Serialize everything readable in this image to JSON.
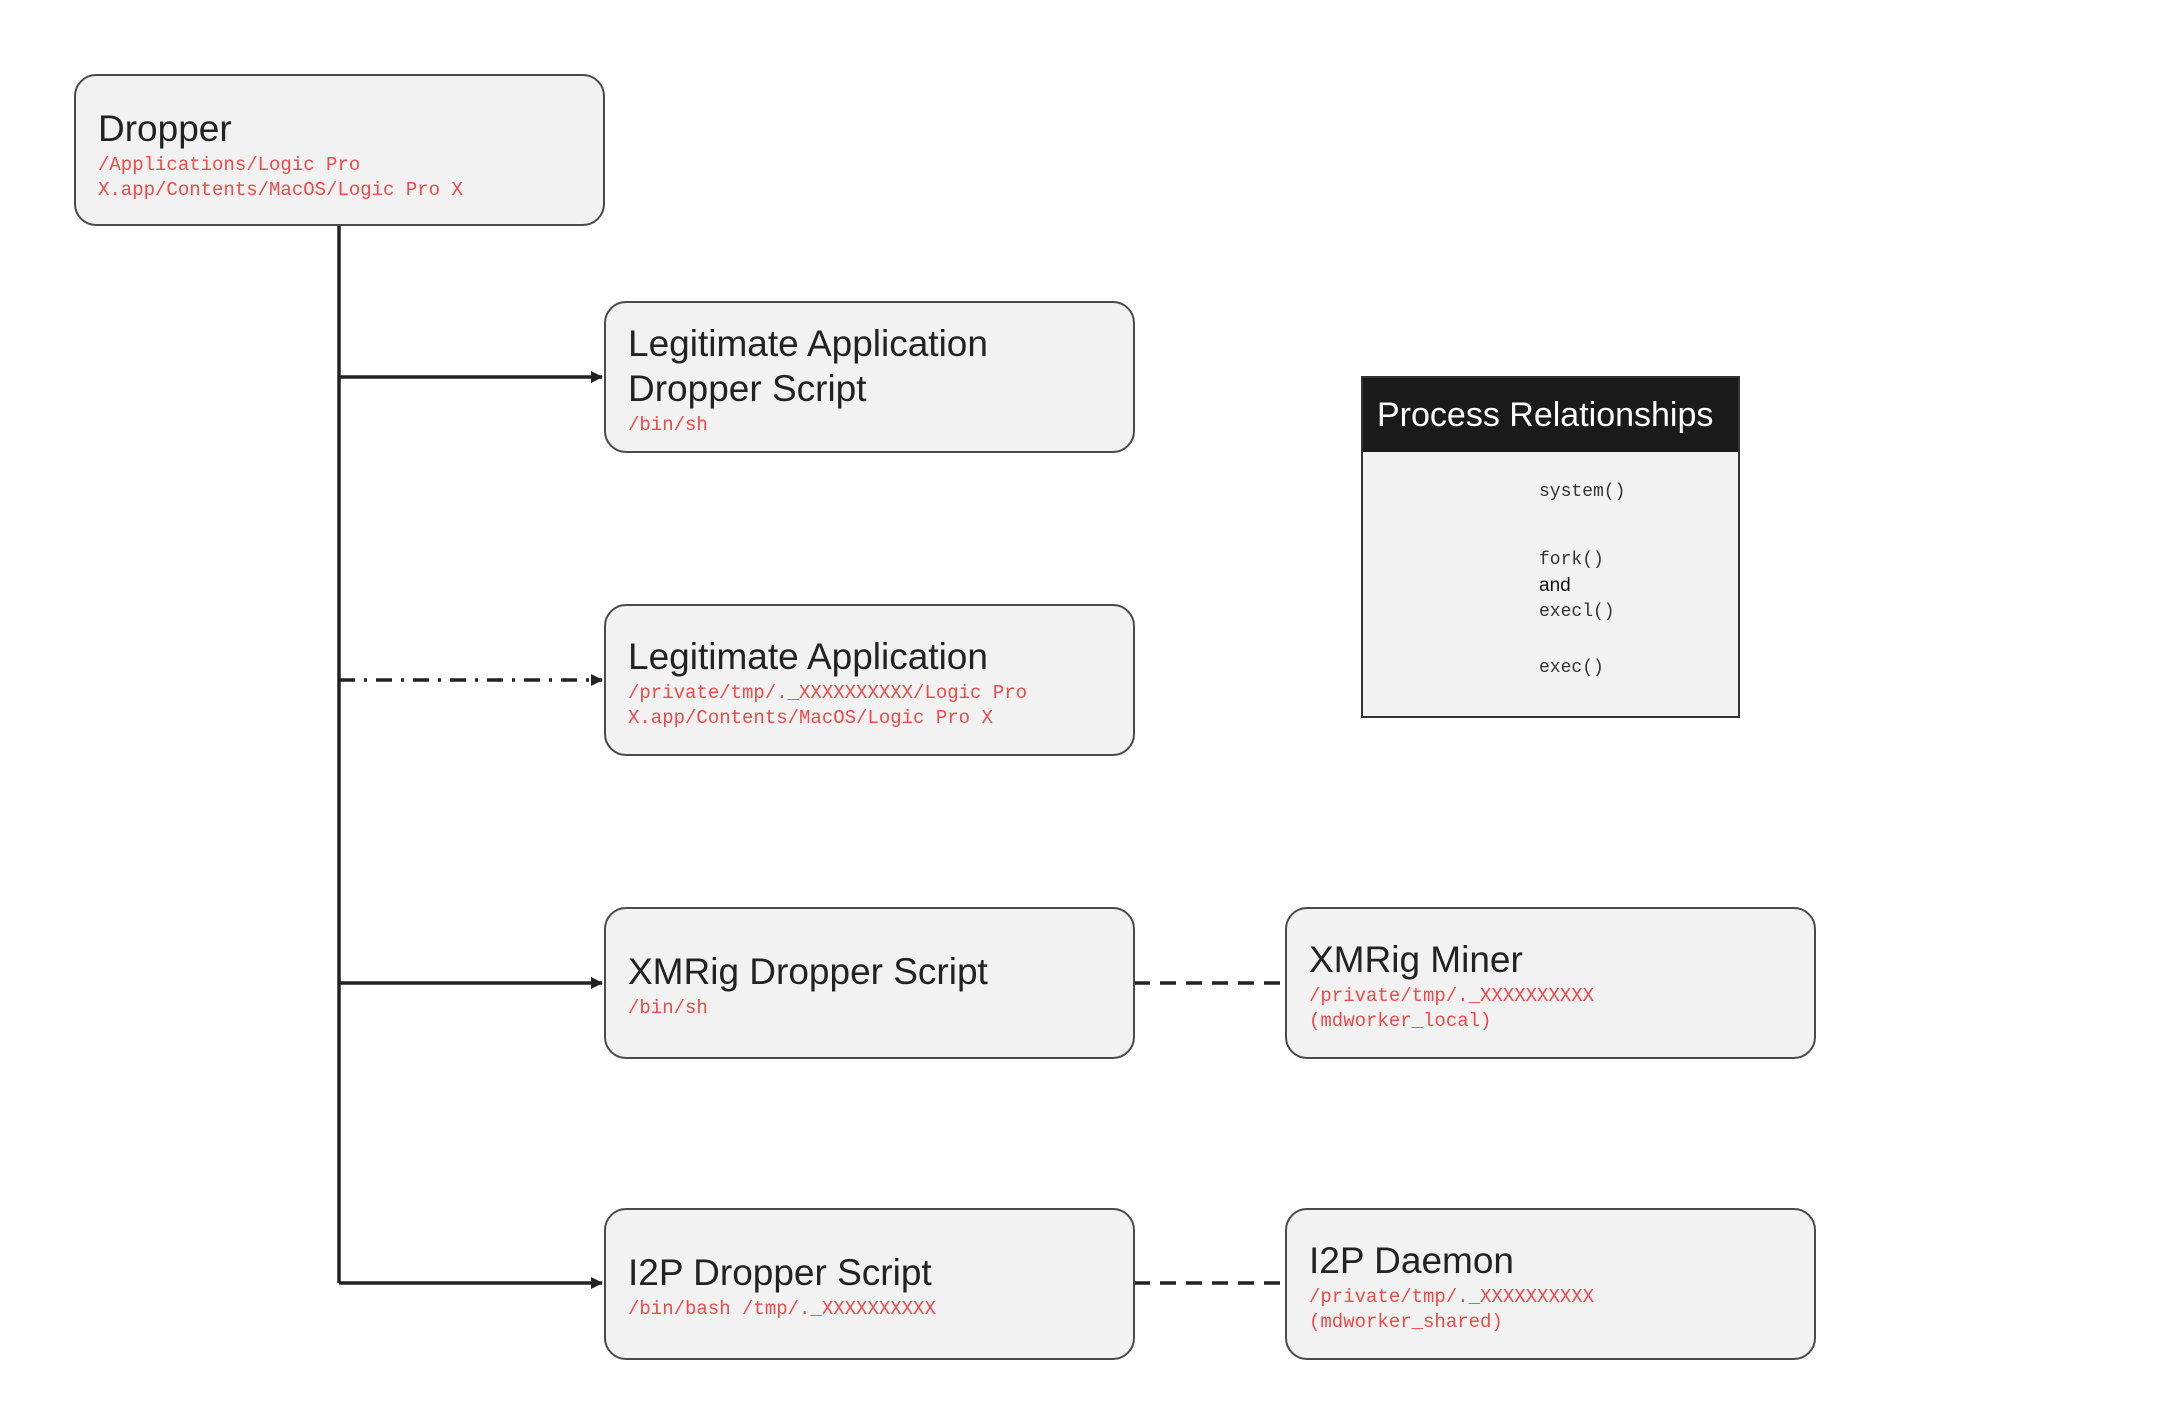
{
  "nodes": {
    "dropper": {
      "title": "Dropper",
      "path_line1": "/Applications/Logic Pro",
      "path_line2": "X.app/Contents/MacOS/Logic Pro X"
    },
    "legit_dropper_script": {
      "title_line1": "Legitimate Application",
      "title_line2": "Dropper Script",
      "path": "/bin/sh"
    },
    "legit_app": {
      "title": "Legitimate Application",
      "path_line1": "/private/tmp/._XXXXXXXXXX/Logic Pro",
      "path_line2": "X.app/Contents/MacOS/Logic Pro X"
    },
    "xmrig_dropper": {
      "title": "XMRig Dropper Script",
      "path": "/bin/sh"
    },
    "xmrig_miner": {
      "title": "XMRig Miner",
      "path_line1": "/private/tmp/._XXXXXXXXXX",
      "path_line2": "(mdworker_local)"
    },
    "i2p_dropper": {
      "title": "I2P Dropper Script",
      "path": "/bin/bash /tmp/._XXXXXXXXXX"
    },
    "i2p_daemon": {
      "title": "I2P Daemon",
      "path_line1": "/private/tmp/._XXXXXXXXXX",
      "path_line2": "(mdworker_shared)"
    }
  },
  "legend": {
    "title": "Process Relationships",
    "system": "system()",
    "fork": "fork()",
    "and": "and",
    "execl": "execl()",
    "exec": "exec()"
  },
  "colors": {
    "path_text": "#ee4a4a",
    "node_fill": "#f2f2f2",
    "line": "#222222",
    "legend_header": "#1a1a1a"
  }
}
